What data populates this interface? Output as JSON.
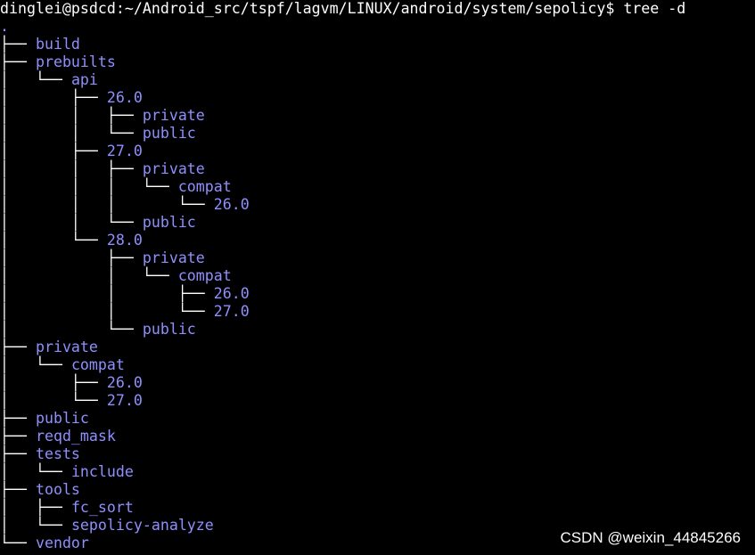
{
  "terminal": {
    "prompt": "dinglei@psdcd:~/Android_src/tspf/lagvm/LINUX/android/system/sepolicy$ tree -d",
    "root": ".",
    "lines": [
      {
        "prefix": "├── ",
        "name": "build"
      },
      {
        "prefix": "├── ",
        "name": "prebuilts"
      },
      {
        "prefix": "│   └── ",
        "name": "api"
      },
      {
        "prefix": "│       ├── ",
        "name": "26.0"
      },
      {
        "prefix": "│       │   ├── ",
        "name": "private"
      },
      {
        "prefix": "│       │   └── ",
        "name": "public"
      },
      {
        "prefix": "│       ├── ",
        "name": "27.0"
      },
      {
        "prefix": "│       │   ├── ",
        "name": "private"
      },
      {
        "prefix": "│       │   │   └── ",
        "name": "compat"
      },
      {
        "prefix": "│       │   │       └── ",
        "name": "26.0"
      },
      {
        "prefix": "│       │   └── ",
        "name": "public"
      },
      {
        "prefix": "│       └── ",
        "name": "28.0"
      },
      {
        "prefix": "│           ├── ",
        "name": "private"
      },
      {
        "prefix": "│           │   └── ",
        "name": "compat"
      },
      {
        "prefix": "│           │       ├── ",
        "name": "26.0"
      },
      {
        "prefix": "│           │       └── ",
        "name": "27.0"
      },
      {
        "prefix": "│           └── ",
        "name": "public"
      },
      {
        "prefix": "├── ",
        "name": "private"
      },
      {
        "prefix": "│   └── ",
        "name": "compat"
      },
      {
        "prefix": "│       ├── ",
        "name": "26.0"
      },
      {
        "prefix": "│       └── ",
        "name": "27.0"
      },
      {
        "prefix": "├── ",
        "name": "public"
      },
      {
        "prefix": "├── ",
        "name": "reqd_mask"
      },
      {
        "prefix": "├── ",
        "name": "tests"
      },
      {
        "prefix": "│   └── ",
        "name": "include"
      },
      {
        "prefix": "├── ",
        "name": "tools"
      },
      {
        "prefix": "│   ├── ",
        "name": "fc_sort"
      },
      {
        "prefix": "│   └── ",
        "name": "sepolicy-analyze"
      },
      {
        "prefix": "└── ",
        "name": "vendor"
      }
    ]
  },
  "watermark": "CSDN @weixin_44845266",
  "colors": {
    "background": "#000000",
    "text": "#ffffff",
    "directory": "#8f8fff"
  }
}
